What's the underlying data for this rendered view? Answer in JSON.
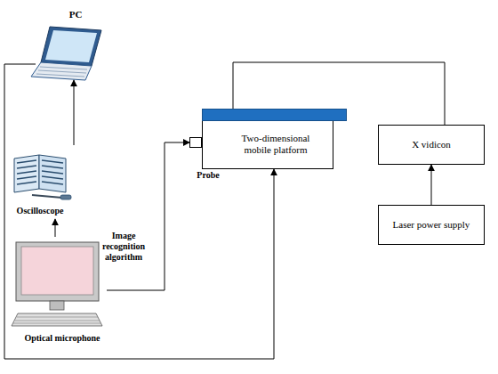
{
  "diagram": {
    "nodes": [
      {
        "text": [
          "PC"
        ]
      },
      {
        "text": [
          "Oscilloscope"
        ]
      },
      {
        "text": [
          "Optical microphone"
        ]
      },
      {
        "text": [
          "Probe"
        ]
      },
      {
        "text": [
          "Two-dimensional mobile platform"
        ]
      },
      {
        "text": [
          "X vidicon"
        ]
      },
      {
        "text": [
          "Laser power supply"
        ]
      }
    ],
    "edges": [
      {
        "from": 1,
        "to": 0,
        "arrow": "to"
      },
      {
        "from": 2,
        "to": 1,
        "arrow": "to"
      },
      {
        "from": 2,
        "to": 3,
        "arrow": "to"
      },
      {
        "from": 0,
        "to": 4,
        "arrow": "to"
      },
      {
        "from": 4,
        "to": 5,
        "arrow": "none"
      },
      {
        "from": 6,
        "to": 5,
        "arrow": "to"
      }
    ],
    "labels": [
      "Image recognition algorithm"
    ]
  }
}
